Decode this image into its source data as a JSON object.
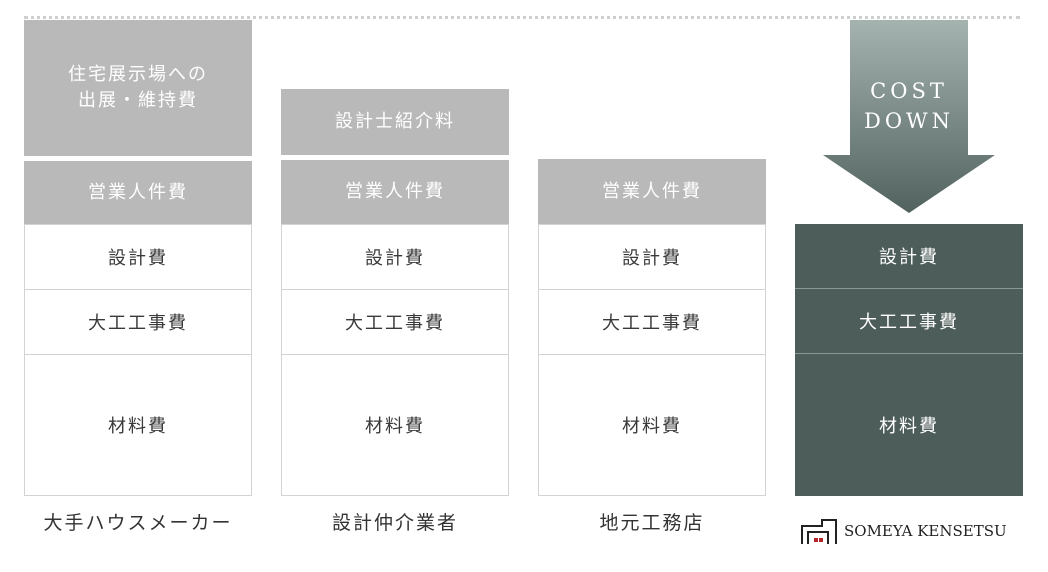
{
  "columns": [
    {
      "label": "大手ハウスメーカー",
      "extra_line1": "住宅展示場への",
      "extra_line2": "出展・維持費",
      "personnel": "営業人件費",
      "design": "設計費",
      "carpentry": "大工工事費",
      "materials": "材料費"
    },
    {
      "label": "設計仲介業者",
      "extra": "設計士紹介料",
      "personnel": "営業人件費",
      "design": "設計費",
      "carpentry": "大工工事費",
      "materials": "材料費"
    },
    {
      "label": "地元工務店",
      "personnel": "営業人件費",
      "design": "設計費",
      "carpentry": "大工工事費",
      "materials": "材料費"
    },
    {
      "design": "設計費",
      "carpentry": "大工工事費",
      "materials": "材料費"
    }
  ],
  "arrow": {
    "line1": "COST",
    "line2": "DOWN"
  },
  "logo": {
    "text": "SOMEYA KENSETSU"
  },
  "colors": {
    "gray_block": "#b9b9b9",
    "dark_block": "#4d5d5a",
    "arrow_top": "#a3b2af",
    "arrow_bottom": "#51625f"
  }
}
